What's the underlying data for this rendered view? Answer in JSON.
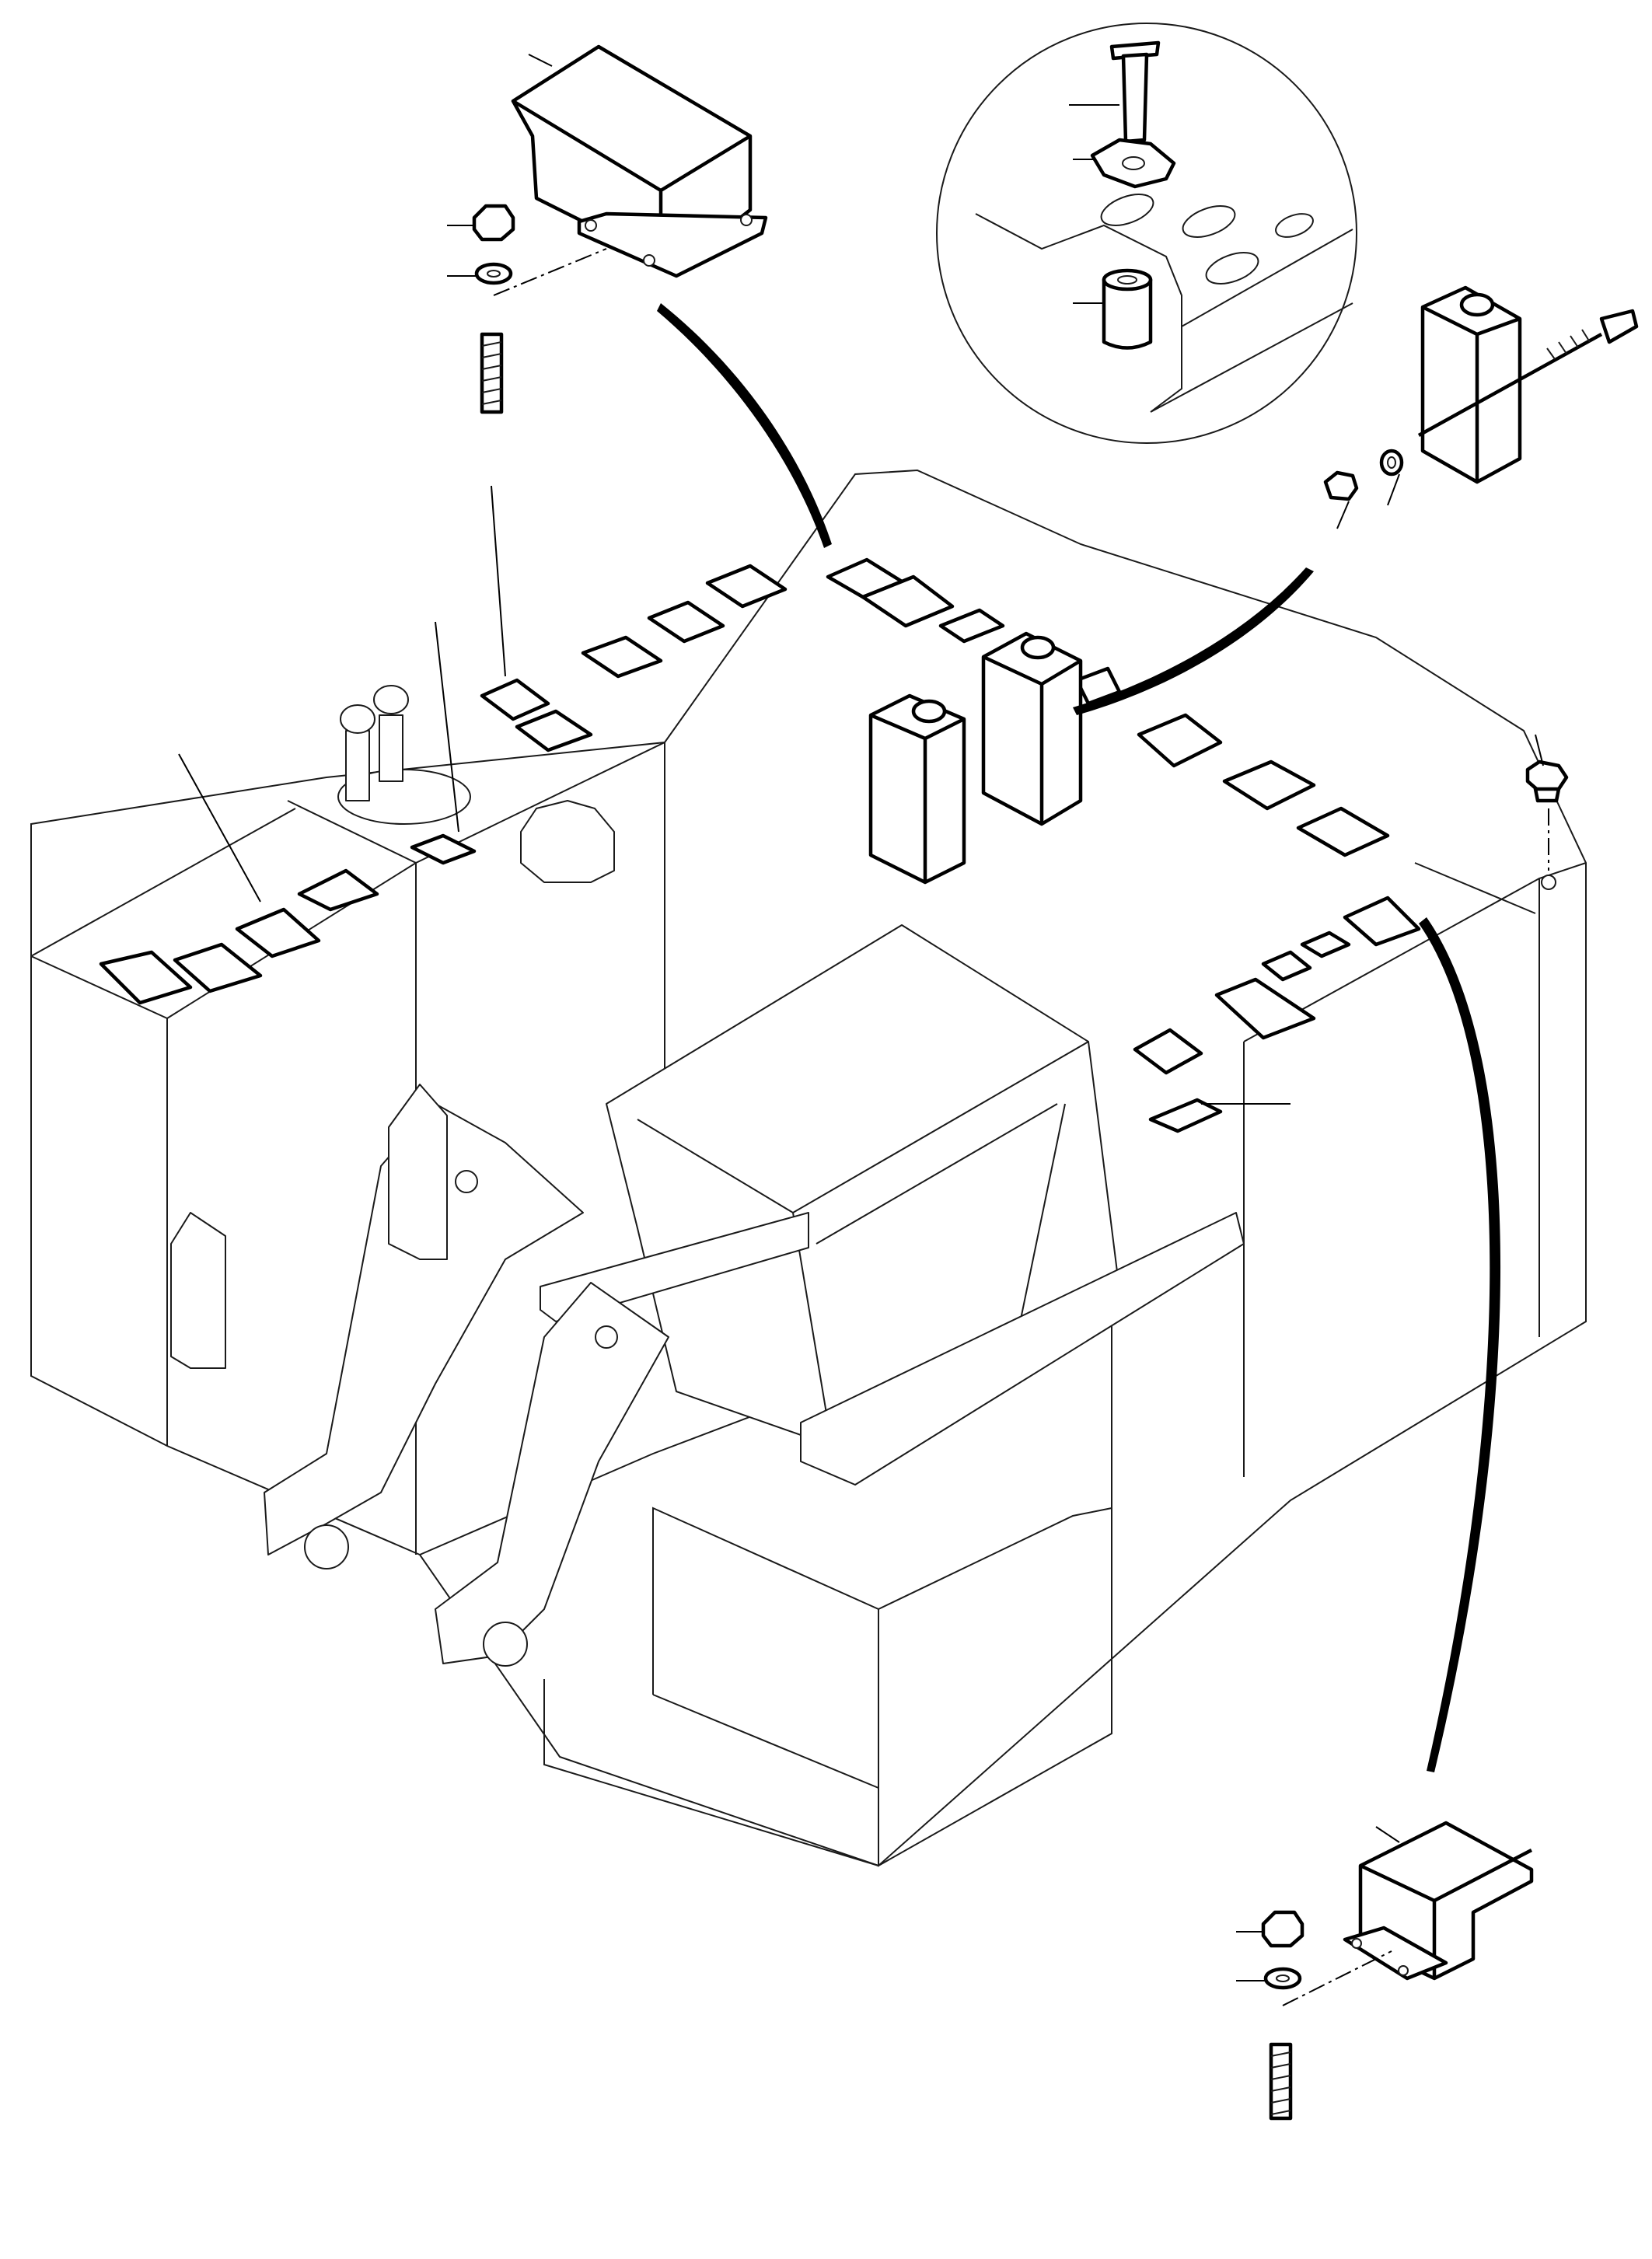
{
  "figure": {
    "title": "",
    "callout_labels": []
  },
  "colors": {
    "background": "#ffffff",
    "linework": "#000000",
    "fine_linework": "#1a1a1a"
  },
  "parts": [
    "cabinet-frame",
    "relay-box-upper-cover",
    "relay-box-lower-cover",
    "battery-cell",
    "breather-plug",
    "stud",
    "lock-nut",
    "washer",
    "screw",
    "spacer-sleeve",
    "clamp-plate",
    "tie-bolt",
    "label-plate"
  ]
}
